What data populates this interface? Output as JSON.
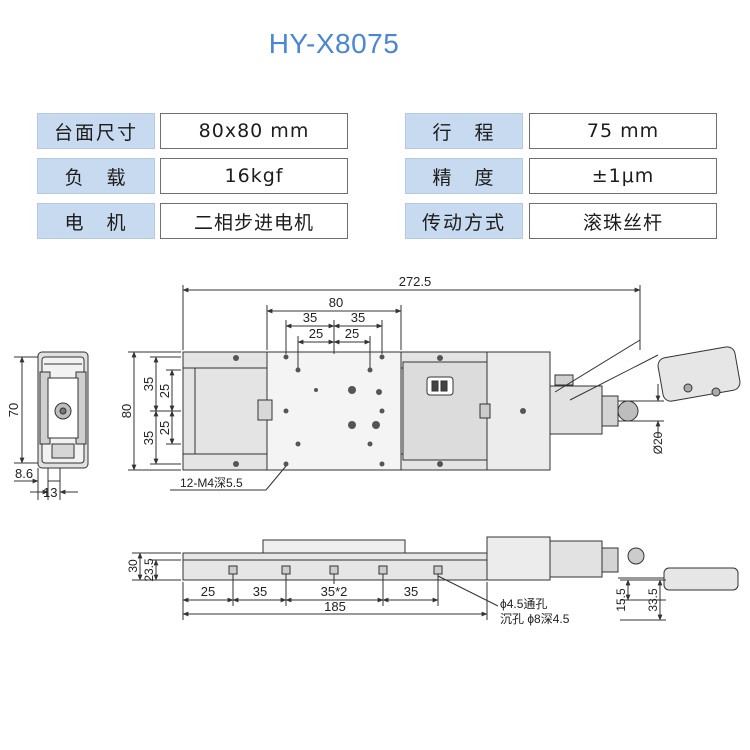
{
  "title": "HY-X8075",
  "specs": [
    {
      "label": "台面尺寸",
      "value": "80x80 mm",
      "label2": "行　程",
      "value2": "75  mm"
    },
    {
      "label": "负　载",
      "value": "16kgf",
      "label2": "精　度",
      "value2": "±1μm"
    },
    {
      "label": "电　机",
      "value": "二相步进电机",
      "label2": "传动方式",
      "value2": "滚珠丝杆"
    }
  ],
  "dims": {
    "overall_length": "272.5",
    "table_width": "80",
    "hole_pitch_35": "35",
    "hole_pitch_25": "25",
    "height_80": "80",
    "side_height": "70",
    "side_offset": "8.6",
    "side_width": "13",
    "knob_dia": "Ø20",
    "mount_holes": "12-M4深5.5",
    "front_height": "30",
    "front_height2": "23.5",
    "bottom_25": "25",
    "bottom_35a": "35",
    "bottom_35x2": "35*2",
    "bottom_35b": "35",
    "base_length": "185",
    "motor_h1": "15.5",
    "motor_h2": "33.5",
    "through_hole": "ϕ4.5通孔",
    "counter_bore": "沉孔 ϕ8深4.5"
  },
  "colors": {
    "title": "#4a86d6",
    "label_bg": "#c7daf0",
    "line": "#333333",
    "body": "#e4e4e4"
  }
}
